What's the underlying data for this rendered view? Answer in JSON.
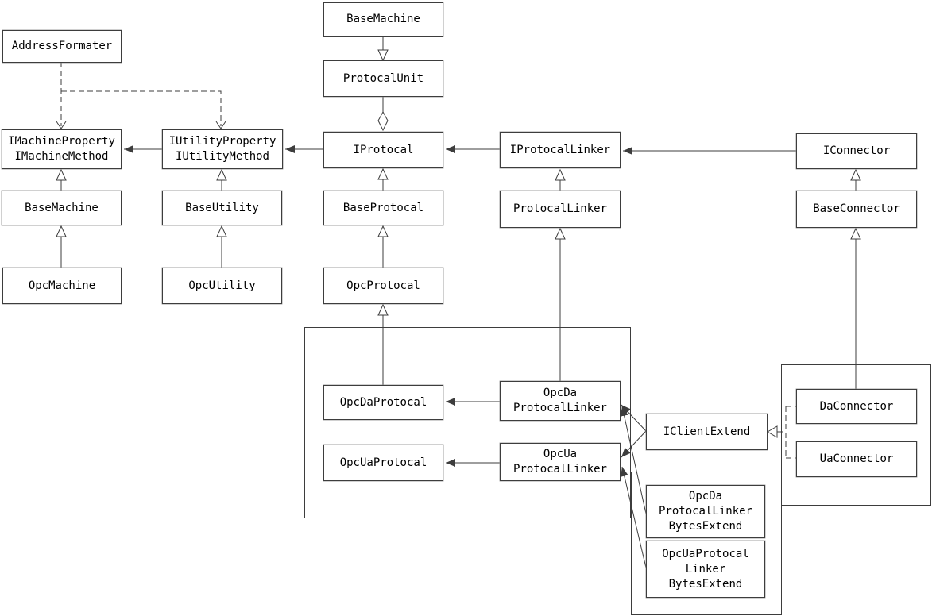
{
  "diagram_type": "uml-class-diagram",
  "colors": {
    "background": "#ffffff",
    "line": "#3d3d3d",
    "box_border": "#3d3d3d",
    "text": "#000000"
  },
  "nodes": {
    "address_formater": {
      "label": "AddressFormater"
    },
    "imachine_iface": {
      "label": "IMachineProperty\nIMachineMethod"
    },
    "base_machine_left": {
      "label": "BaseMachine"
    },
    "opc_machine": {
      "label": "OpcMachine"
    },
    "iutility_iface": {
      "label": "IUtilityProperty\nIUtilityMethod"
    },
    "base_utility": {
      "label": "BaseUtility"
    },
    "opc_utility": {
      "label": "OpcUtility"
    },
    "base_machine_top": {
      "label": "BaseMachine"
    },
    "protocal_unit": {
      "label": "ProtocalUnit"
    },
    "iprotocal": {
      "label": "IProtocal"
    },
    "base_protocal": {
      "label": "BaseProtocal"
    },
    "opc_protocal": {
      "label": "OpcProtocal"
    },
    "iprotocal_linker": {
      "label": "IProtocalLinker"
    },
    "protocal_linker": {
      "label": "ProtocalLinker"
    },
    "opc_da_protocal": {
      "label": "OpcDaProtocal"
    },
    "opc_ua_protocal": {
      "label": "OpcUaProtocal"
    },
    "opc_da_protocal_linker": {
      "label": "OpcDa\nProtocalLinker"
    },
    "opc_ua_protocal_linker": {
      "label": "OpcUa\nProtocalLinker"
    },
    "iclient_extend": {
      "label": "IClientExtend"
    },
    "opc_da_pl_bytes_extend": {
      "label": "OpcDa\nProtocalLinker\nBytesExtend"
    },
    "opc_ua_pl_bytes_extend": {
      "label": "OpcUaProtocal\nLinker\nBytesExtend"
    },
    "iconnector": {
      "label": "IConnector"
    },
    "base_connector": {
      "label": "BaseConnector"
    },
    "da_connector": {
      "label": "DaConnector"
    },
    "ua_connector": {
      "label": "UaConnector"
    }
  },
  "edges": [
    {
      "from": "AddressFormater",
      "to": "IMachineProperty/IMachineMethod",
      "type": "dependency-dashed-open-arrow"
    },
    {
      "from": "AddressFormater",
      "to": "IUtilityProperty/IUtilityMethod",
      "type": "dependency-dashed-open-arrow"
    },
    {
      "from": "IUtilityProperty/IUtilityMethod",
      "to": "IMachineProperty/IMachineMethod",
      "type": "directed-association"
    },
    {
      "from": "IProtocal",
      "to": "IUtilityProperty/IUtilityMethod",
      "type": "directed-association"
    },
    {
      "from": "IProtocalLinker",
      "to": "IProtocal",
      "type": "directed-association"
    },
    {
      "from": "IConnector",
      "to": "IProtocalLinker",
      "type": "directed-association"
    },
    {
      "from": "BaseMachine(left)",
      "to": "IMachineProperty/IMachineMethod",
      "type": "generalization"
    },
    {
      "from": "OpcMachine",
      "to": "BaseMachine(left)",
      "type": "generalization"
    },
    {
      "from": "BaseUtility",
      "to": "IUtilityProperty/IUtilityMethod",
      "type": "generalization"
    },
    {
      "from": "OpcUtility",
      "to": "BaseUtility",
      "type": "generalization"
    },
    {
      "from": "BaseMachine(top)",
      "to": "ProtocalUnit",
      "type": "generalization-downward"
    },
    {
      "from": "ProtocalUnit",
      "to": "IProtocal",
      "type": "aggregation-hollow-diamond"
    },
    {
      "from": "BaseProtocal",
      "to": "IProtocal",
      "type": "generalization"
    },
    {
      "from": "OpcProtocal",
      "to": "BaseProtocal",
      "type": "generalization"
    },
    {
      "from": "OpcDaProtocal",
      "to": "OpcProtocal",
      "type": "generalization"
    },
    {
      "from": "ProtocalLinker",
      "to": "IProtocalLinker",
      "type": "generalization"
    },
    {
      "from": "OpcDa ProtocalLinker",
      "to": "ProtocalLinker",
      "type": "generalization"
    },
    {
      "from": "BaseConnector",
      "to": "IConnector",
      "type": "generalization"
    },
    {
      "from": "DaConnector",
      "to": "BaseConnector",
      "type": "generalization"
    },
    {
      "from": "OpcDa ProtocalLinker",
      "to": "OpcDaProtocal",
      "type": "directed-association"
    },
    {
      "from": "OpcUa ProtocalLinker",
      "to": "OpcUaProtocal",
      "type": "directed-association"
    },
    {
      "from": "IClientExtend",
      "to": "OpcDa ProtocalLinker",
      "type": "directed-association"
    },
    {
      "from": "IClientExtend",
      "to": "OpcUa ProtocalLinker",
      "type": "directed-association"
    },
    {
      "from": "OpcDa ProtocalLinker BytesExtend",
      "to": "OpcDa ProtocalLinker",
      "type": "directed-association"
    },
    {
      "from": "OpcUaProtocal Linker BytesExtend",
      "to": "OpcUa ProtocalLinker",
      "type": "directed-association"
    },
    {
      "from": "DaConnector",
      "to": "IClientExtend",
      "type": "realization-dashed-hollow-triangle"
    },
    {
      "from": "UaConnector",
      "to": "IClientExtend",
      "type": "realization-dashed-hollow-triangle"
    }
  ]
}
